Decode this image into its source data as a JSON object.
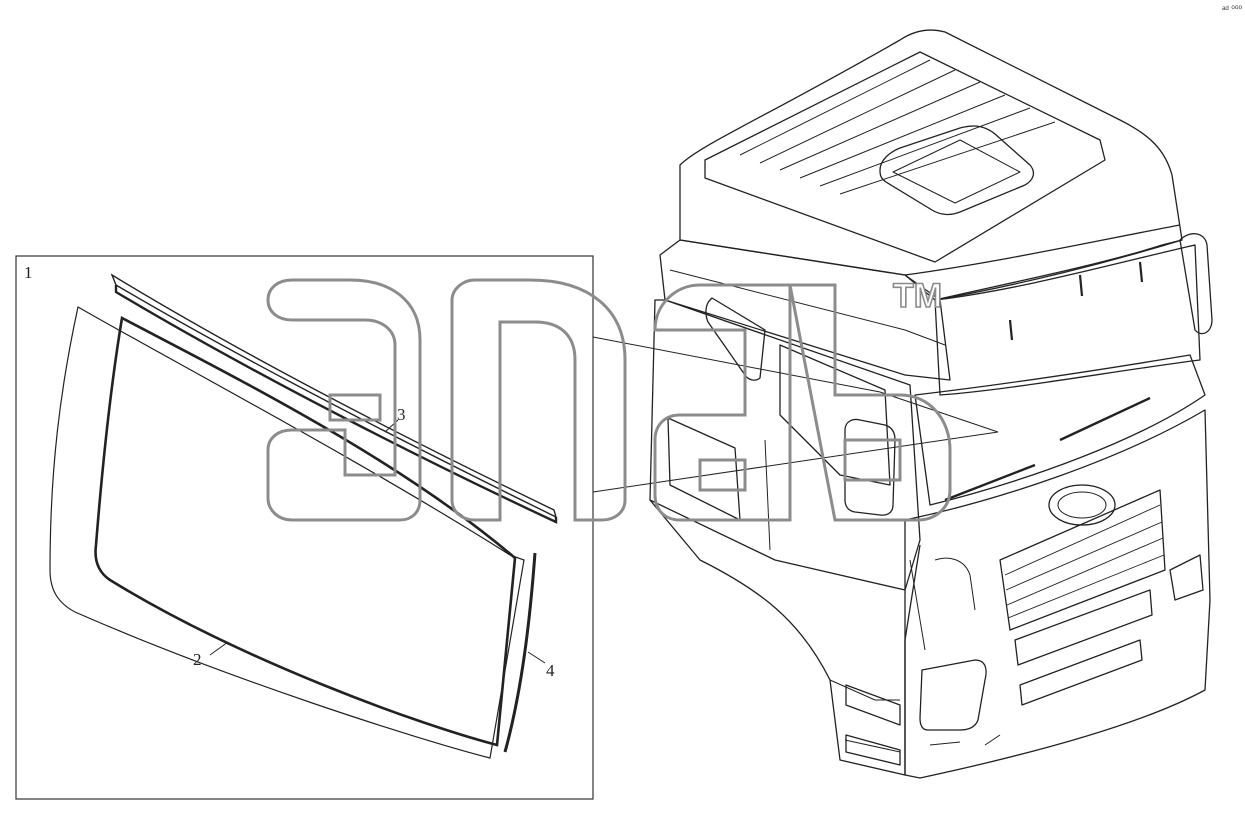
{
  "diagram": {
    "corner_mark": "ᵃᵈ ⁰⁰⁰",
    "part_labels": [
      {
        "id": "part-1",
        "text": "1"
      },
      {
        "id": "part-2",
        "text": "2"
      },
      {
        "id": "part-3",
        "text": "3"
      },
      {
        "id": "part-4",
        "text": "4"
      }
    ],
    "watermark": {
      "tm": "TM"
    },
    "colors": {
      "line": "#222222",
      "watermark": "#8c8c8c",
      "background": "#ffffff"
    }
  }
}
